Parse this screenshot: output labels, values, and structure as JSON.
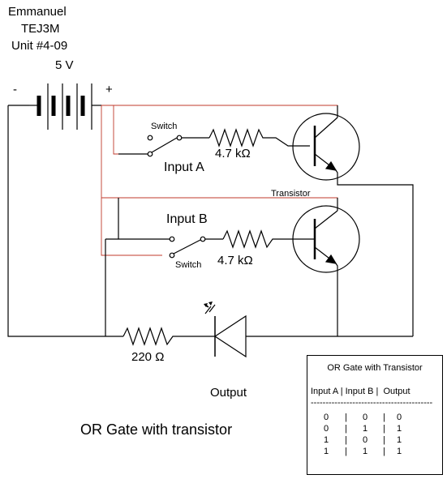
{
  "author": {
    "name": "Emmanuel",
    "course": "TEJ3M",
    "unit": "Unit #4-09"
  },
  "battery": {
    "voltage": "5 V",
    "minus": "-",
    "plus": "+"
  },
  "components": {
    "switch_a_label": "Switch",
    "switch_b_label": "Switch",
    "resistor_a_label": "4.7 kΩ",
    "resistor_b_label": "4.7 kΩ",
    "resistor_out_label": "220 Ω",
    "transistor_label": "Transistor",
    "input_a_label": "Input A",
    "input_b_label": "Input B",
    "output_label": "Output"
  },
  "caption": "OR Gate with transistor",
  "truth_table": {
    "title": "OR Gate with Transistor",
    "header": "Input A | Input B |  Output",
    "separator": "-----------------------------------------",
    "rows": [
      {
        "a": "0",
        "b": "0",
        "out": "0"
      },
      {
        "a": "0",
        "b": "1",
        "out": "1"
      },
      {
        "a": "1",
        "b": "0",
        "out": "1"
      },
      {
        "a": "1",
        "b": "1",
        "out": "1"
      }
    ],
    "divider": "|"
  },
  "colors": {
    "wire": "#000000",
    "highlight_wire": "#c0392b"
  }
}
